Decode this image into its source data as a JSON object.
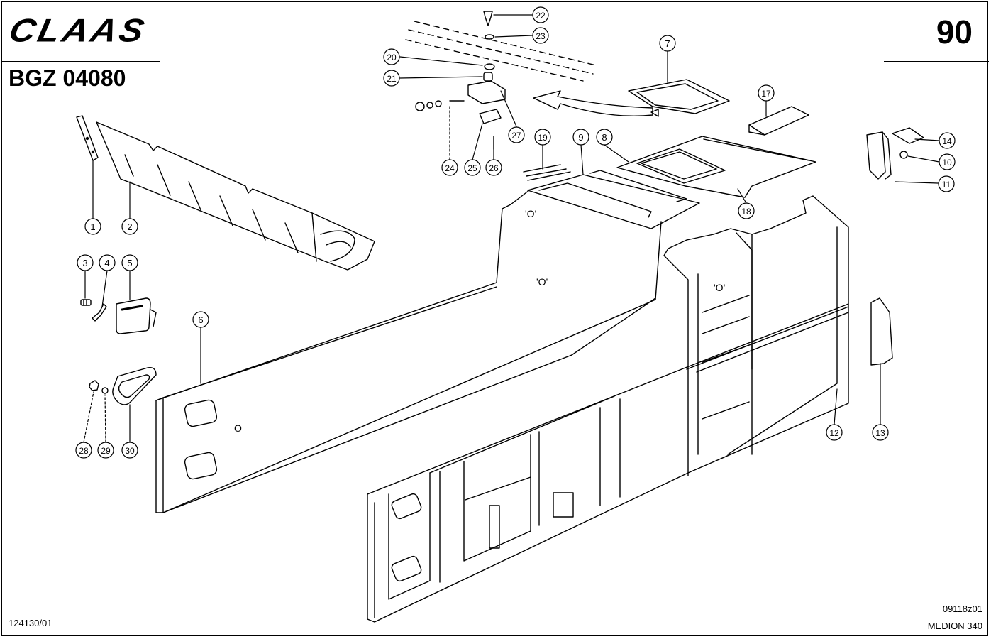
{
  "header": {
    "brand": "CLAAS",
    "doc_code": "BGZ 04080",
    "page_number": "90"
  },
  "footer": {
    "left_ref": "124130/01",
    "right_ref_1": "09118z01",
    "right_ref_2": "MEDION 340"
  },
  "callouts": [
    "1",
    "2",
    "3",
    "4",
    "5",
    "6",
    "7",
    "8",
    "9",
    "10",
    "11",
    "12",
    "13",
    "14",
    "17",
    "18",
    "19",
    "20",
    "21",
    "22",
    "23",
    "24",
    "25",
    "26",
    "27",
    "28",
    "29",
    "30"
  ]
}
